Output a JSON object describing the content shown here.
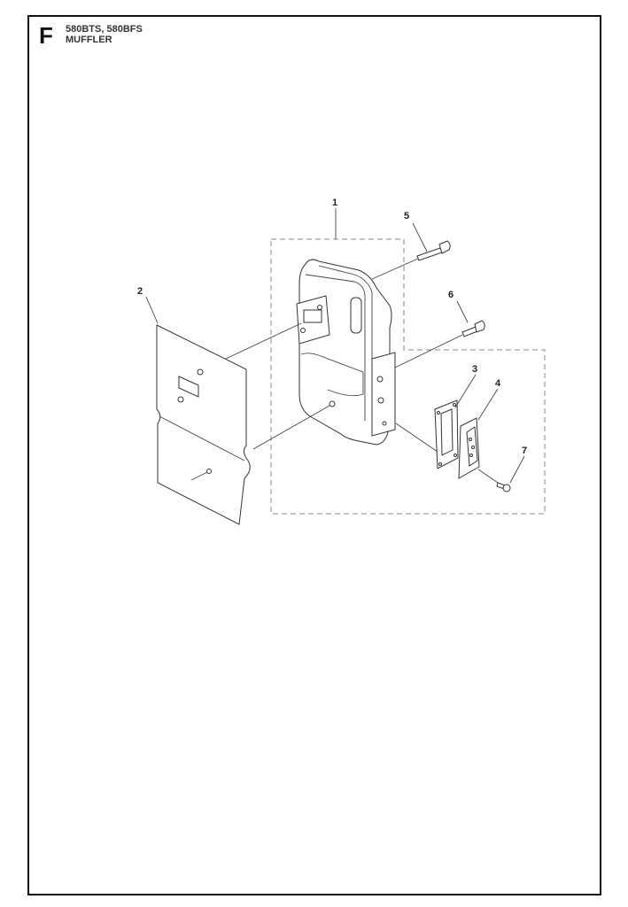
{
  "header": {
    "section_letter": "F",
    "models": "580BTS, 580BFS",
    "title": "MUFFLER"
  },
  "callouts": [
    "1",
    "2",
    "3",
    "4",
    "5",
    "6",
    "7"
  ]
}
